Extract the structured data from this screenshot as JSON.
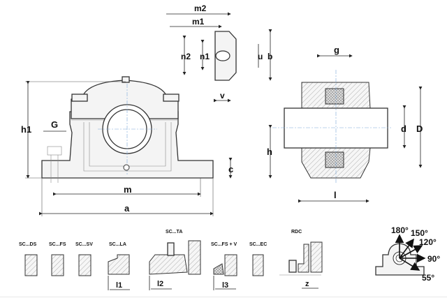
{
  "diagram": {
    "title": "Plummer block housing dimension drawing",
    "front_view": {
      "dimensions": {
        "h1": "h1",
        "G": "G",
        "c": "c",
        "m": "m",
        "a": "a"
      }
    },
    "detail_view": {
      "dimensions": {
        "m2": "m2",
        "m1": "m1",
        "n2": "n2",
        "n1": "n1",
        "u": "u",
        "b": "b",
        "v": "v"
      }
    },
    "section_view": {
      "dimensions": {
        "g": "g",
        "d": "d",
        "D": "D",
        "h": "h",
        "l": "l"
      }
    },
    "seal_variants": [
      {
        "label": "SC...DS"
      },
      {
        "label": "SC...FS"
      },
      {
        "label": "SC...SV"
      },
      {
        "label": "SC...LA",
        "dimension": "l1"
      },
      {
        "label": "SC...TA",
        "dimension": "l2"
      },
      {
        "label": "SC...FS + V",
        "dimension": "l3"
      },
      {
        "label": "SC...EC"
      },
      {
        "label": "RDC",
        "dimension": "z"
      }
    ],
    "load_directions": [
      "180°",
      "150°",
      "120°",
      "90°",
      "55°"
    ]
  }
}
